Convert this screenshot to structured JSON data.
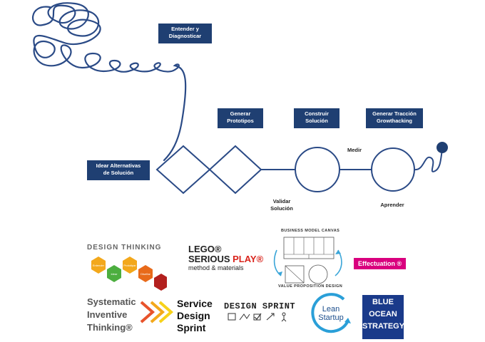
{
  "process": {
    "entender": "Entender y\nDiagnosticar",
    "idear": "Idear Alternativas\nde Solución",
    "generar_prototipos": "Generar\nPrototipos",
    "construir": "Construir\nSolución",
    "generar_traccion": "Generar Tracción\nGrowthacking",
    "medir": "Medir",
    "validar": "Validar\nSolución",
    "aprender": "Aprender"
  },
  "logos": {
    "design_thinking": {
      "title": "DESIGN THINKING",
      "steps": [
        "Entender",
        "Idear",
        "Prototipar",
        "Diseñar"
      ]
    },
    "lego": {
      "line1": "LEGO®",
      "line2a": "SERIOUS ",
      "line2b": "PLAY®",
      "line3": "method & materials"
    },
    "bmc": {
      "title": "BUSINESS MODEL CANVAS",
      "vpd": "VALUE PROPOSITION DESIGN"
    },
    "effectuation": "Effectuation ®",
    "sit": "Systematic\nInventive\nThinking®",
    "service_design": "Service\nDesign\nSprint",
    "design_sprint": "DESIGN SPRINT",
    "lean_startup": "Lean\nStartup",
    "blue_ocean": "BLUE\nOCEAN\nSTRATEGY"
  },
  "colors": {
    "navy": "#1f3f72",
    "line": "#2a4a86",
    "effectuation": "#d9007e",
    "blue_ocean": "#1a3a8a"
  }
}
